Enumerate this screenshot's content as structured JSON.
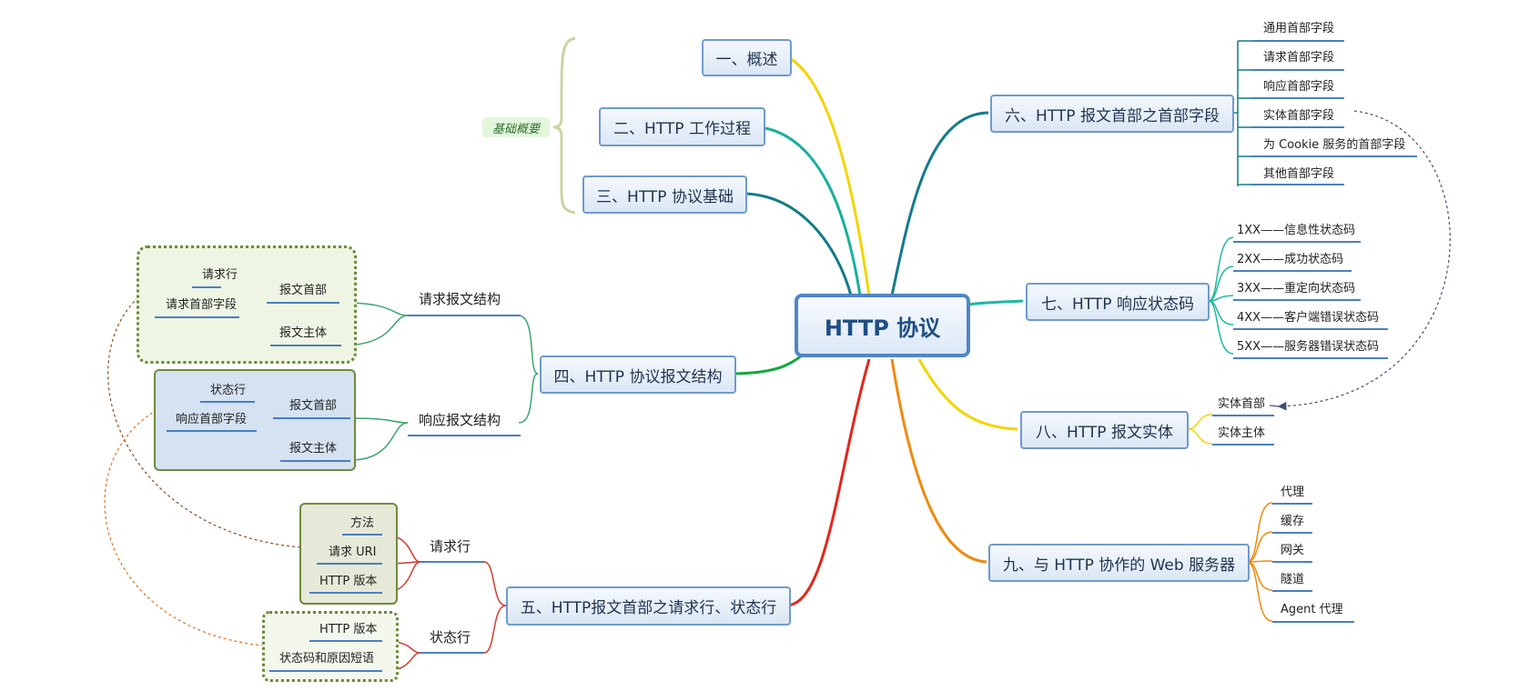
{
  "central": "HTTP 协议",
  "summary_label": "基础概要",
  "topics": {
    "t1": "一、概述",
    "t2": "二、HTTP 工作过程",
    "t3": "三、HTTP 协议基础",
    "t4": "四、HTTP 协议报文结构",
    "t5": "五、HTTP报文首部之请求行、状态行",
    "t6": "六、HTTP 报文首部之首部字段",
    "t7": "七、HTTP 响应状态码",
    "t8": "八、HTTP 报文实体",
    "t9": "九、与 HTTP 协作的 Web 服务器"
  },
  "t4_sub": {
    "request_struct": "请求报文结构",
    "response_struct": "响应报文结构",
    "req_header": "报文首部",
    "req_body": "报文主体",
    "req_line": "请求行",
    "req_fields": "请求首部字段",
    "resp_header": "报文首部",
    "resp_body": "报文主体",
    "status_line": "状态行",
    "resp_fields": "响应首部字段"
  },
  "t5_sub": {
    "request_line": "请求行",
    "status_line": "状态行",
    "method": "方法",
    "uri": "请求 URI",
    "version1": "HTTP 版本",
    "version2": "HTTP 版本",
    "status_reason": "状态码和原因短语"
  },
  "t6_sub": [
    "通用首部字段",
    "请求首部字段",
    "响应首部字段",
    "实体首部字段",
    "为 Cookie 服务的首部字段",
    "其他首部字段"
  ],
  "t7_sub": [
    "1XX——信息性状态码",
    "2XX——成功状态码",
    "3XX——重定向状态码",
    "4XX——客户端错误状态码",
    "5XX——服务器错误状态码"
  ],
  "t8_sub": [
    "实体首部",
    "实体主体"
  ],
  "t9_sub": [
    "代理",
    "缓存",
    "网关",
    "隧道",
    "Agent 代理"
  ],
  "colors": {
    "t1": "#f3d400",
    "t2": "#18b0a0",
    "t3": "#127b8a",
    "t4": "#14a83c",
    "t5": "#e3261b",
    "t6": "#127b8a",
    "t7": "#20b7a7",
    "t8": "#f0d500",
    "t9": "#f08a10",
    "leaf_underline": "#4a7fc1",
    "summary_bg": "#e3f7db"
  }
}
